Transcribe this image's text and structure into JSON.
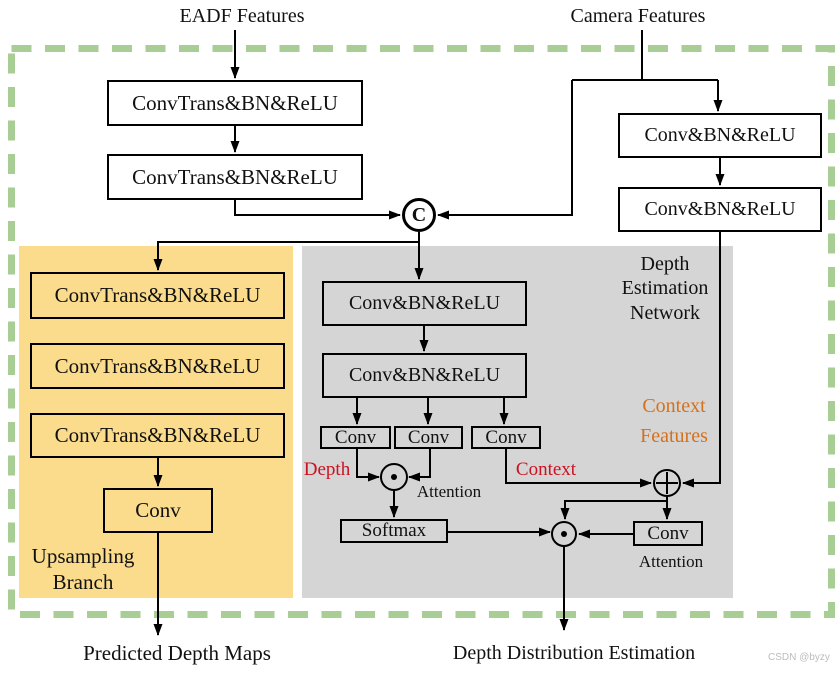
{
  "inputs": {
    "eadf": "EADF Features",
    "camera": "Camera Features"
  },
  "concat_symbol": "C",
  "blocks": {
    "eadf1": "ConvTrans&BN&ReLU",
    "eadf2": "ConvTrans&BN&ReLU",
    "cam1": "Conv&BN&ReLU",
    "cam2": "Conv&BN&ReLU",
    "up1": "ConvTrans&BN&ReLU",
    "up2": "ConvTrans&BN&ReLU",
    "up3": "ConvTrans&BN&ReLU",
    "up_conv": "Conv",
    "den1": "Conv&BN&ReLU",
    "den2": "Conv&BN&ReLU",
    "den_conv_depth": "Conv",
    "den_conv_mid": "Conv",
    "den_conv_context": "Conv",
    "softmax": "Softmax",
    "conv_attention": "Conv"
  },
  "labels": {
    "upsampling_line1": "Upsampling",
    "upsampling_line2": "Branch",
    "depthnet_line1": "Depth",
    "depthnet_line2": "Estimation",
    "depthnet_line3": "Network",
    "context_features_line1": "Context",
    "context_features_line2": "Features",
    "depth": "Depth",
    "context": "Context",
    "attention1": "Attention",
    "attention2": "Attention"
  },
  "outputs": {
    "left": "Predicted Depth Maps",
    "right": "Depth Distribution Estimation"
  },
  "watermark": "CSDN @byzy",
  "colors": {
    "yellow": "#FADC8C",
    "gray": "#D5D5D5",
    "green": "#A9CE95",
    "red": "#CC1122",
    "orange": "#D4711C"
  }
}
